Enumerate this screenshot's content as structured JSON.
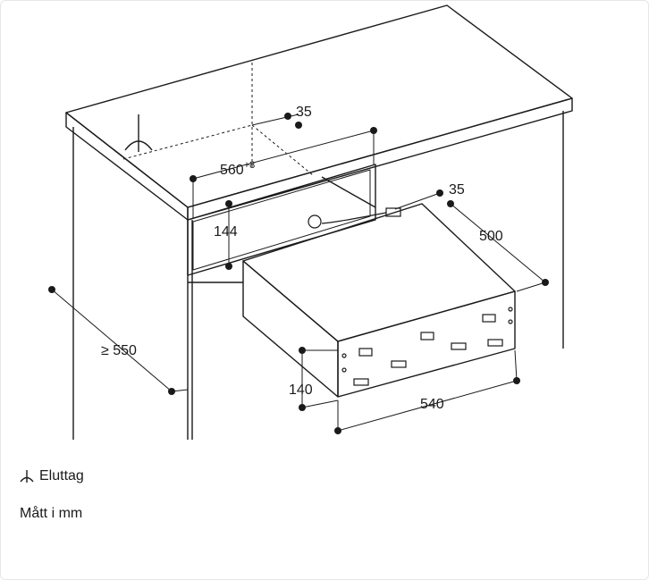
{
  "dimensions": {
    "socket_offset_top": "35",
    "cabinet_width": "560",
    "cabinet_width_tolerance": "+8",
    "socket_offset_side": "35",
    "drawer_depth": "500",
    "niche_height": "144",
    "cabinet_depth": "≥ 550",
    "drawer_height": "140",
    "drawer_width": "540"
  },
  "legend": {
    "socket_label": "Eluttag",
    "units_note": "Mått i mm"
  }
}
